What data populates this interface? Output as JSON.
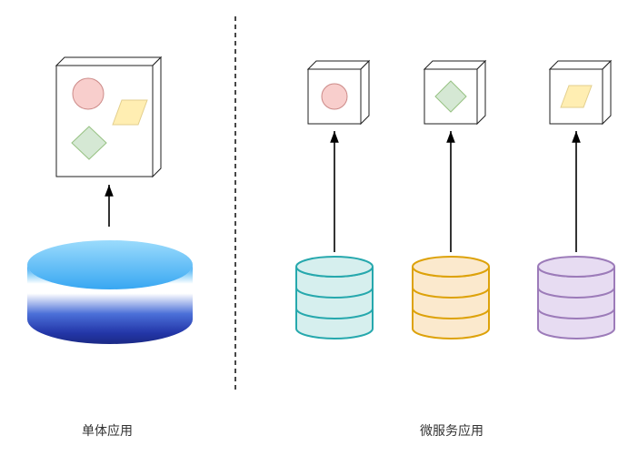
{
  "divider": {
    "color": "#1a1a1a",
    "style": "dashed"
  },
  "arrows": {
    "color": "#000000"
  },
  "box": {
    "fill": "#ffffff",
    "stroke": "#1f1f1f"
  },
  "shapes": {
    "circle": {
      "fill": "#f8cecc",
      "stroke": "#cc8a88"
    },
    "diamond": {
      "fill": "#d5e8d4",
      "stroke": "#97c283"
    },
    "parallelogram": {
      "fill": "#ffeeb2",
      "stroke": "#e3cf8e"
    }
  },
  "left": {
    "label": "单体应用",
    "database": {
      "top_light": "#9bdbfc",
      "top_dark": "#38a7f2",
      "side_top": "#2d9df1",
      "side_light": "#8fd2f9",
      "band": "#ffffff",
      "side_mid": "#4b6fd8",
      "side_deep": "#2336a8",
      "side_bottom": "#1b2a85"
    }
  },
  "right": {
    "label": "微服务应用",
    "services": [
      {
        "shape": "circle",
        "db": {
          "fill": "#d6efee",
          "stroke": "#26a8ad"
        }
      },
      {
        "shape": "diamond",
        "db": {
          "fill": "#fbe9cd",
          "stroke": "#dda20a"
        }
      },
      {
        "shape": "parallelogram",
        "db": {
          "fill": "#e7dcf2",
          "stroke": "#9c7bb9"
        }
      }
    ]
  }
}
